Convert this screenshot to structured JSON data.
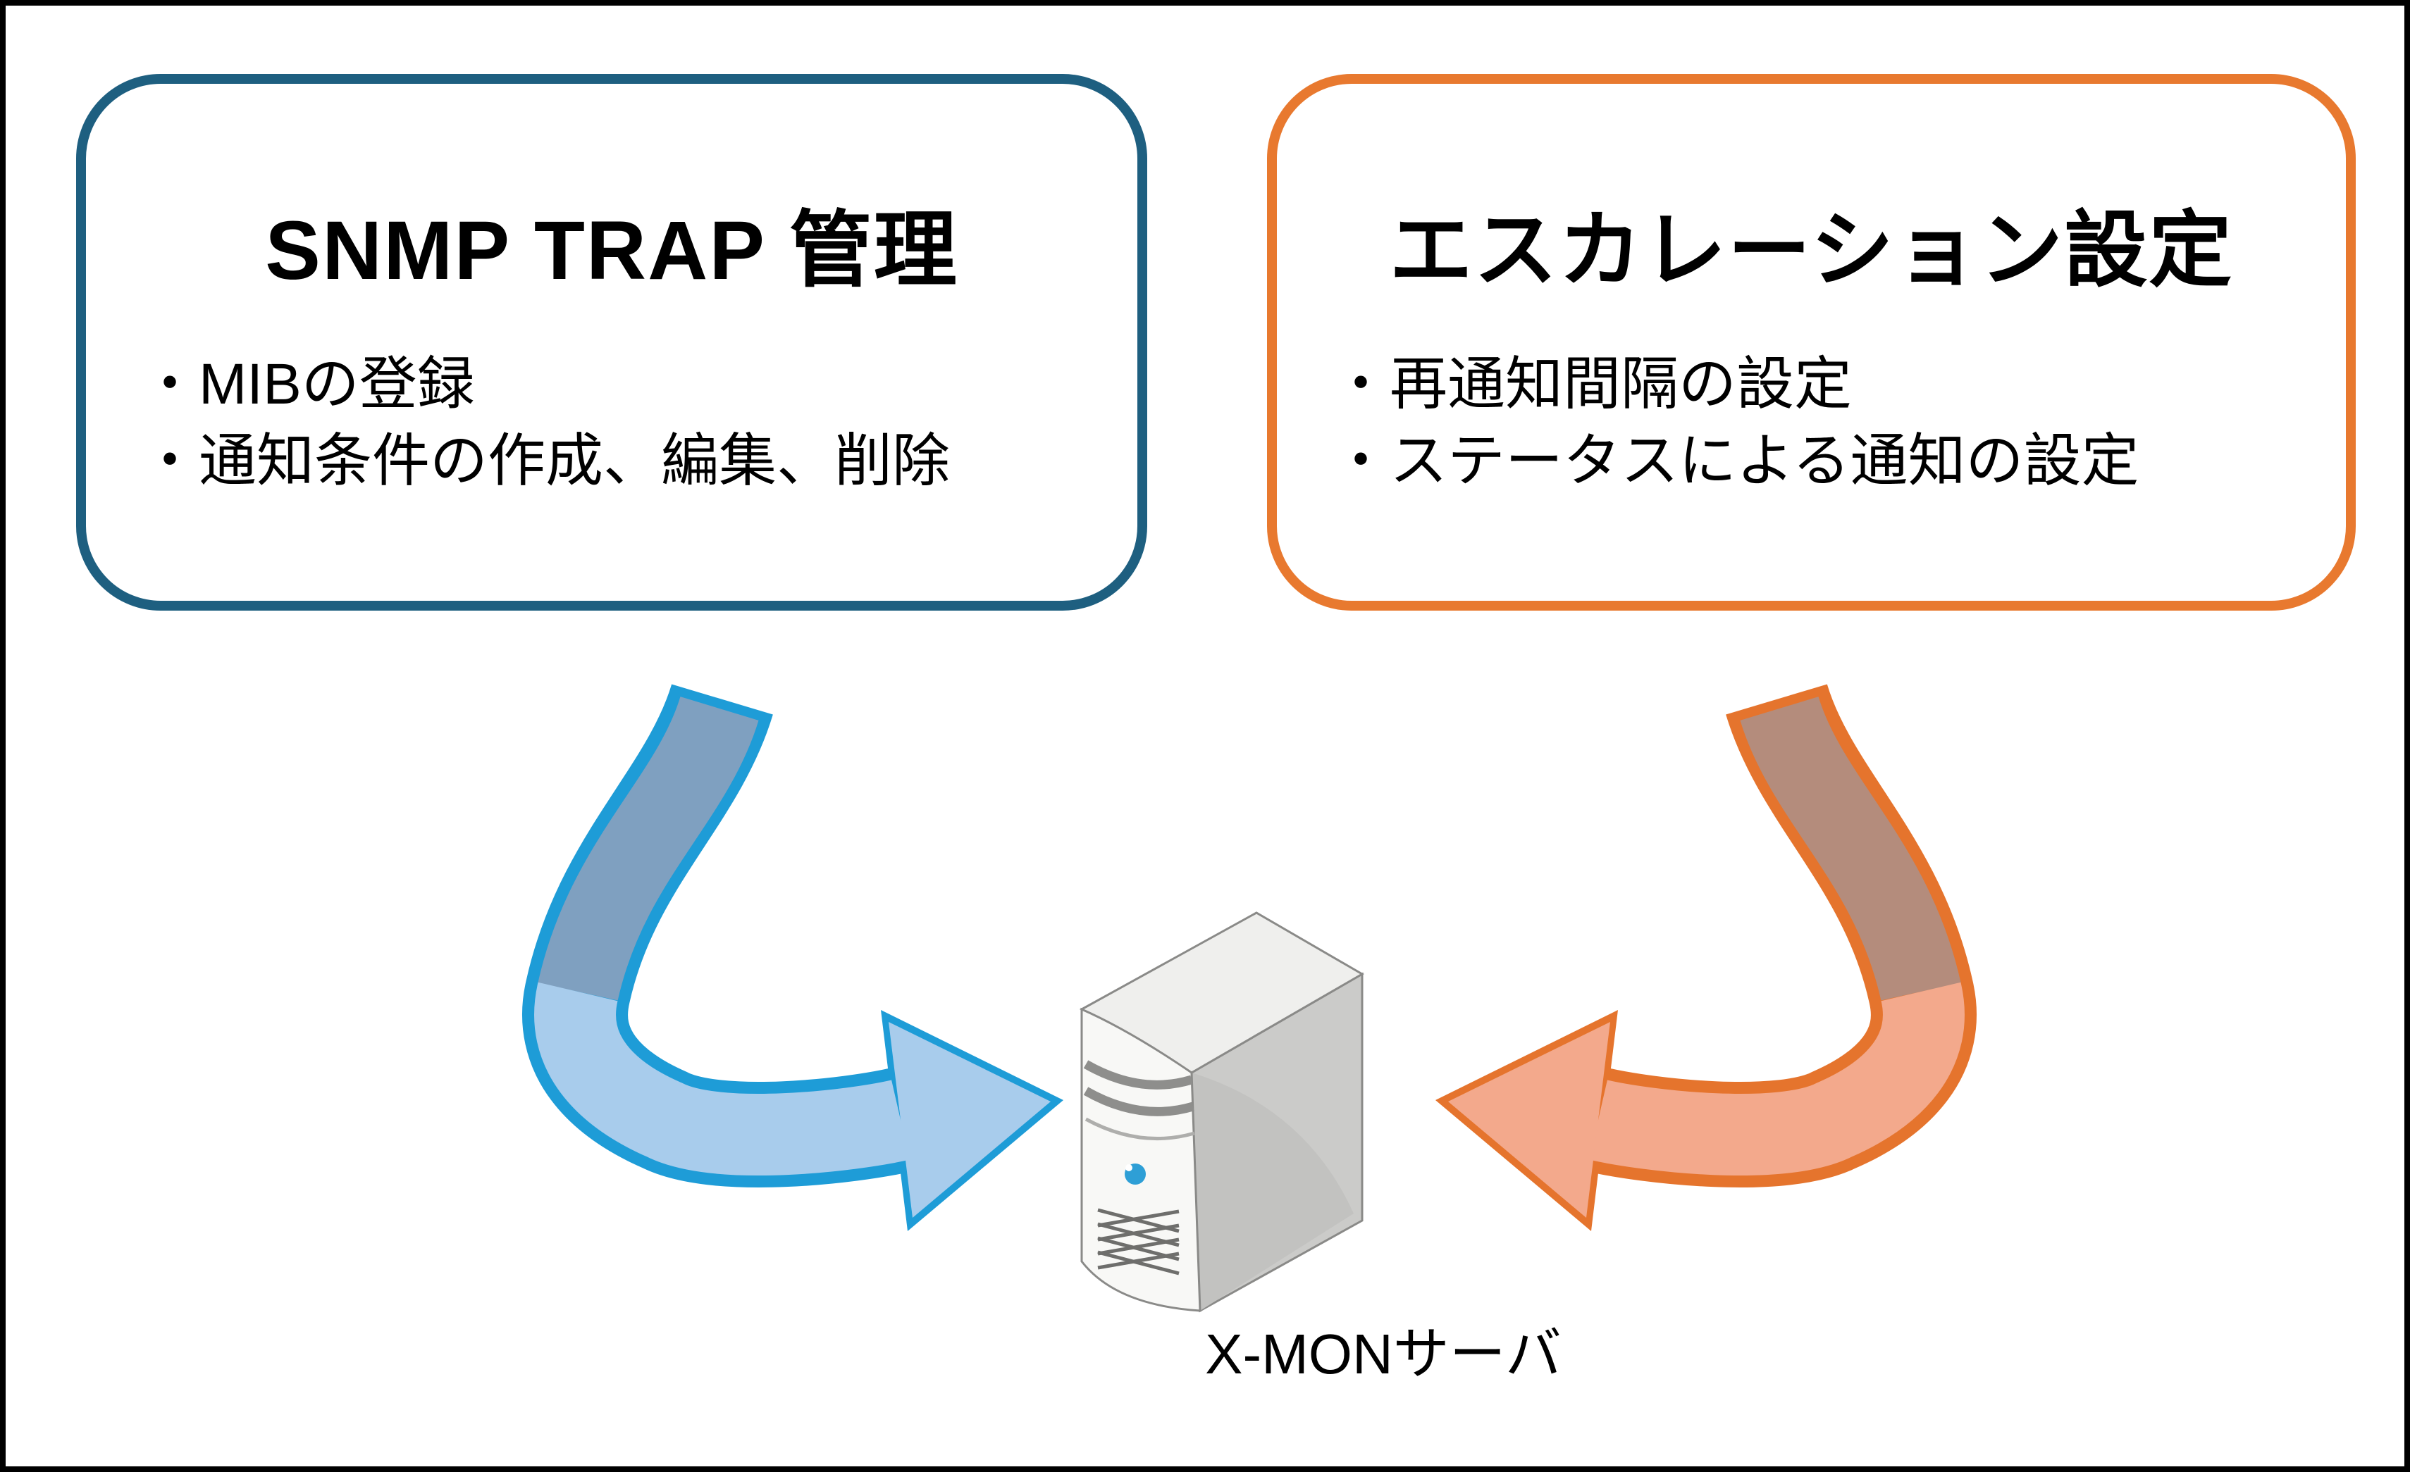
{
  "diagram": {
    "boxes": {
      "snmp": {
        "title": "SNMP TRAP 管理",
        "items": [
          "・MIBの登録",
          "・通知条件の作成、編集、削除"
        ],
        "border_color": "#1E5F80"
      },
      "escalation": {
        "title": "エスカレーション設定",
        "items": [
          "・再通知間隔の設定",
          "・ステータスによる通知の設定"
        ],
        "border_color": "#E8792F"
      }
    },
    "server": {
      "label": "X-MONサーバ",
      "power_led_color": "#2E9FD6"
    },
    "arrows": {
      "blue": {
        "outline": "#1E9CD7",
        "fill_dark": "#7FA0C0",
        "fill_light": "#A8CCEC"
      },
      "orange": {
        "outline": "#E5742D",
        "fill_dark": "#B48C7C",
        "fill_light": "#F3A98C"
      }
    }
  }
}
